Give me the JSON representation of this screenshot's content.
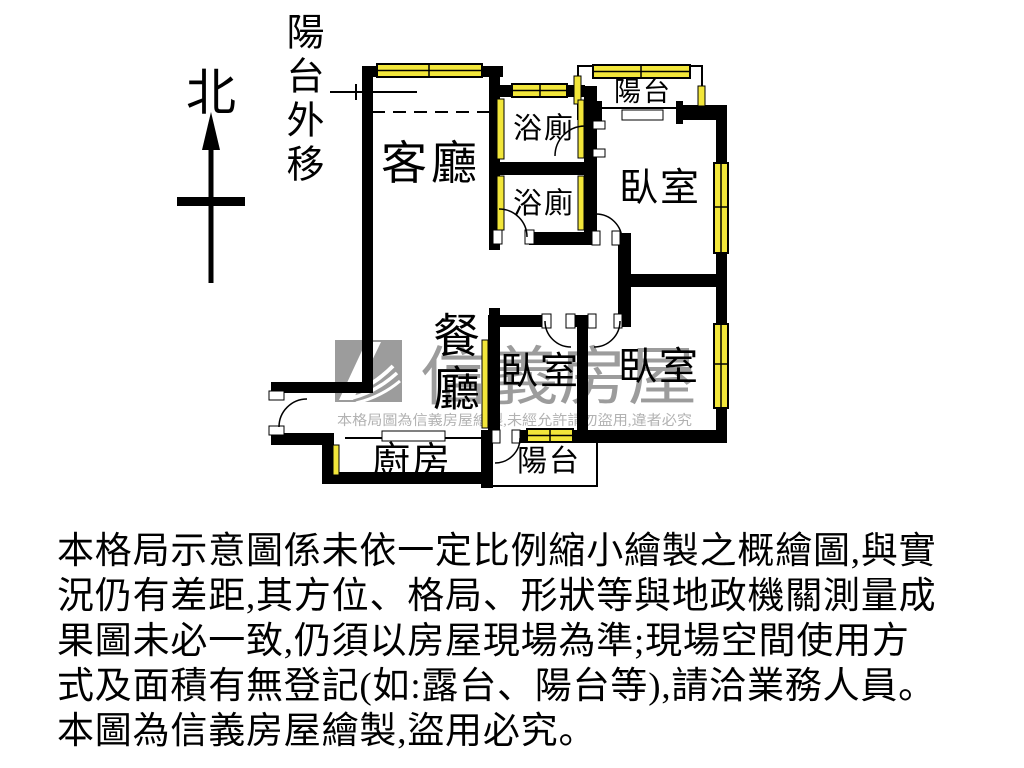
{
  "north": {
    "label": "北"
  },
  "annotation": {
    "balcony_extension": "陽台外移"
  },
  "rooms": {
    "living": "客廳",
    "bath_upper": "浴廁",
    "bath_lower": "浴廁",
    "balcony_top": "陽台",
    "bedroom_upper": "臥室",
    "dining": "餐廳",
    "bedroom_small": "臥室",
    "bedroom_right": "臥室",
    "kitchen": "廚房",
    "balcony_bottom": "陽台"
  },
  "watermark": {
    "brand": "信義房屋",
    "notice": "本格局圖為信義房屋繪製,未經允許請勿盜用,違者必究"
  },
  "disclaimer": {
    "lines": [
      "本格局示意圖係未依一定比例縮小繪製之概繪圖,與實",
      "況仍有差距,其方位、格局、形狀等與地政機關測量成",
      "果圖未必一致,仍須以房屋現場為準;現場空間使用方",
      "式及面積有無登記(如:露台、陽台等),請洽業務人員。",
      "本圖為信義房屋繪製,盜用必究。"
    ]
  },
  "colors": {
    "wall": "#000000",
    "window": "#f2e63a",
    "watermark": "#9c9c9c",
    "watermark_light": "#b2b2b2",
    "background": "#ffffff"
  }
}
